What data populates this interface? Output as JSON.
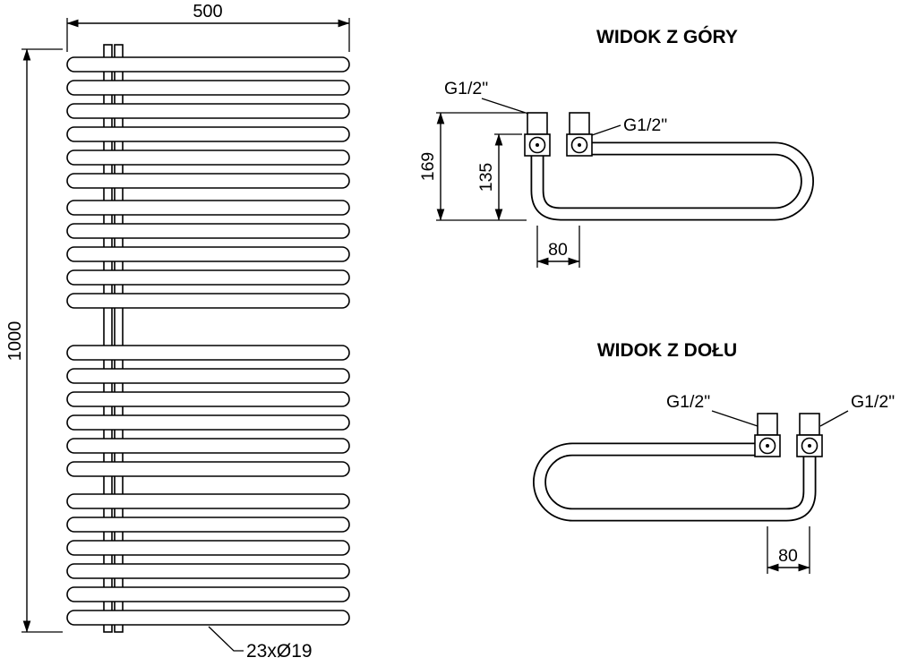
{
  "page": {
    "background": "#ffffff",
    "line_color": "#000000"
  },
  "front_view": {
    "dim_width": "500",
    "dim_height": "1000",
    "tube_label": "23xØ19",
    "tube_groups": [
      6,
      5,
      6,
      6
    ]
  },
  "top_view": {
    "title": "WIDOK Z GÓRY",
    "dim_total": "169",
    "dim_inner": "135",
    "dim_spacing": "80",
    "label_left": "G1/2\"",
    "label_right": "G1/2\""
  },
  "bottom_view": {
    "title": "WIDOK Z DOŁU",
    "dim_spacing": "80",
    "label_left": "G1/2\"",
    "label_right": "G1/2\""
  }
}
